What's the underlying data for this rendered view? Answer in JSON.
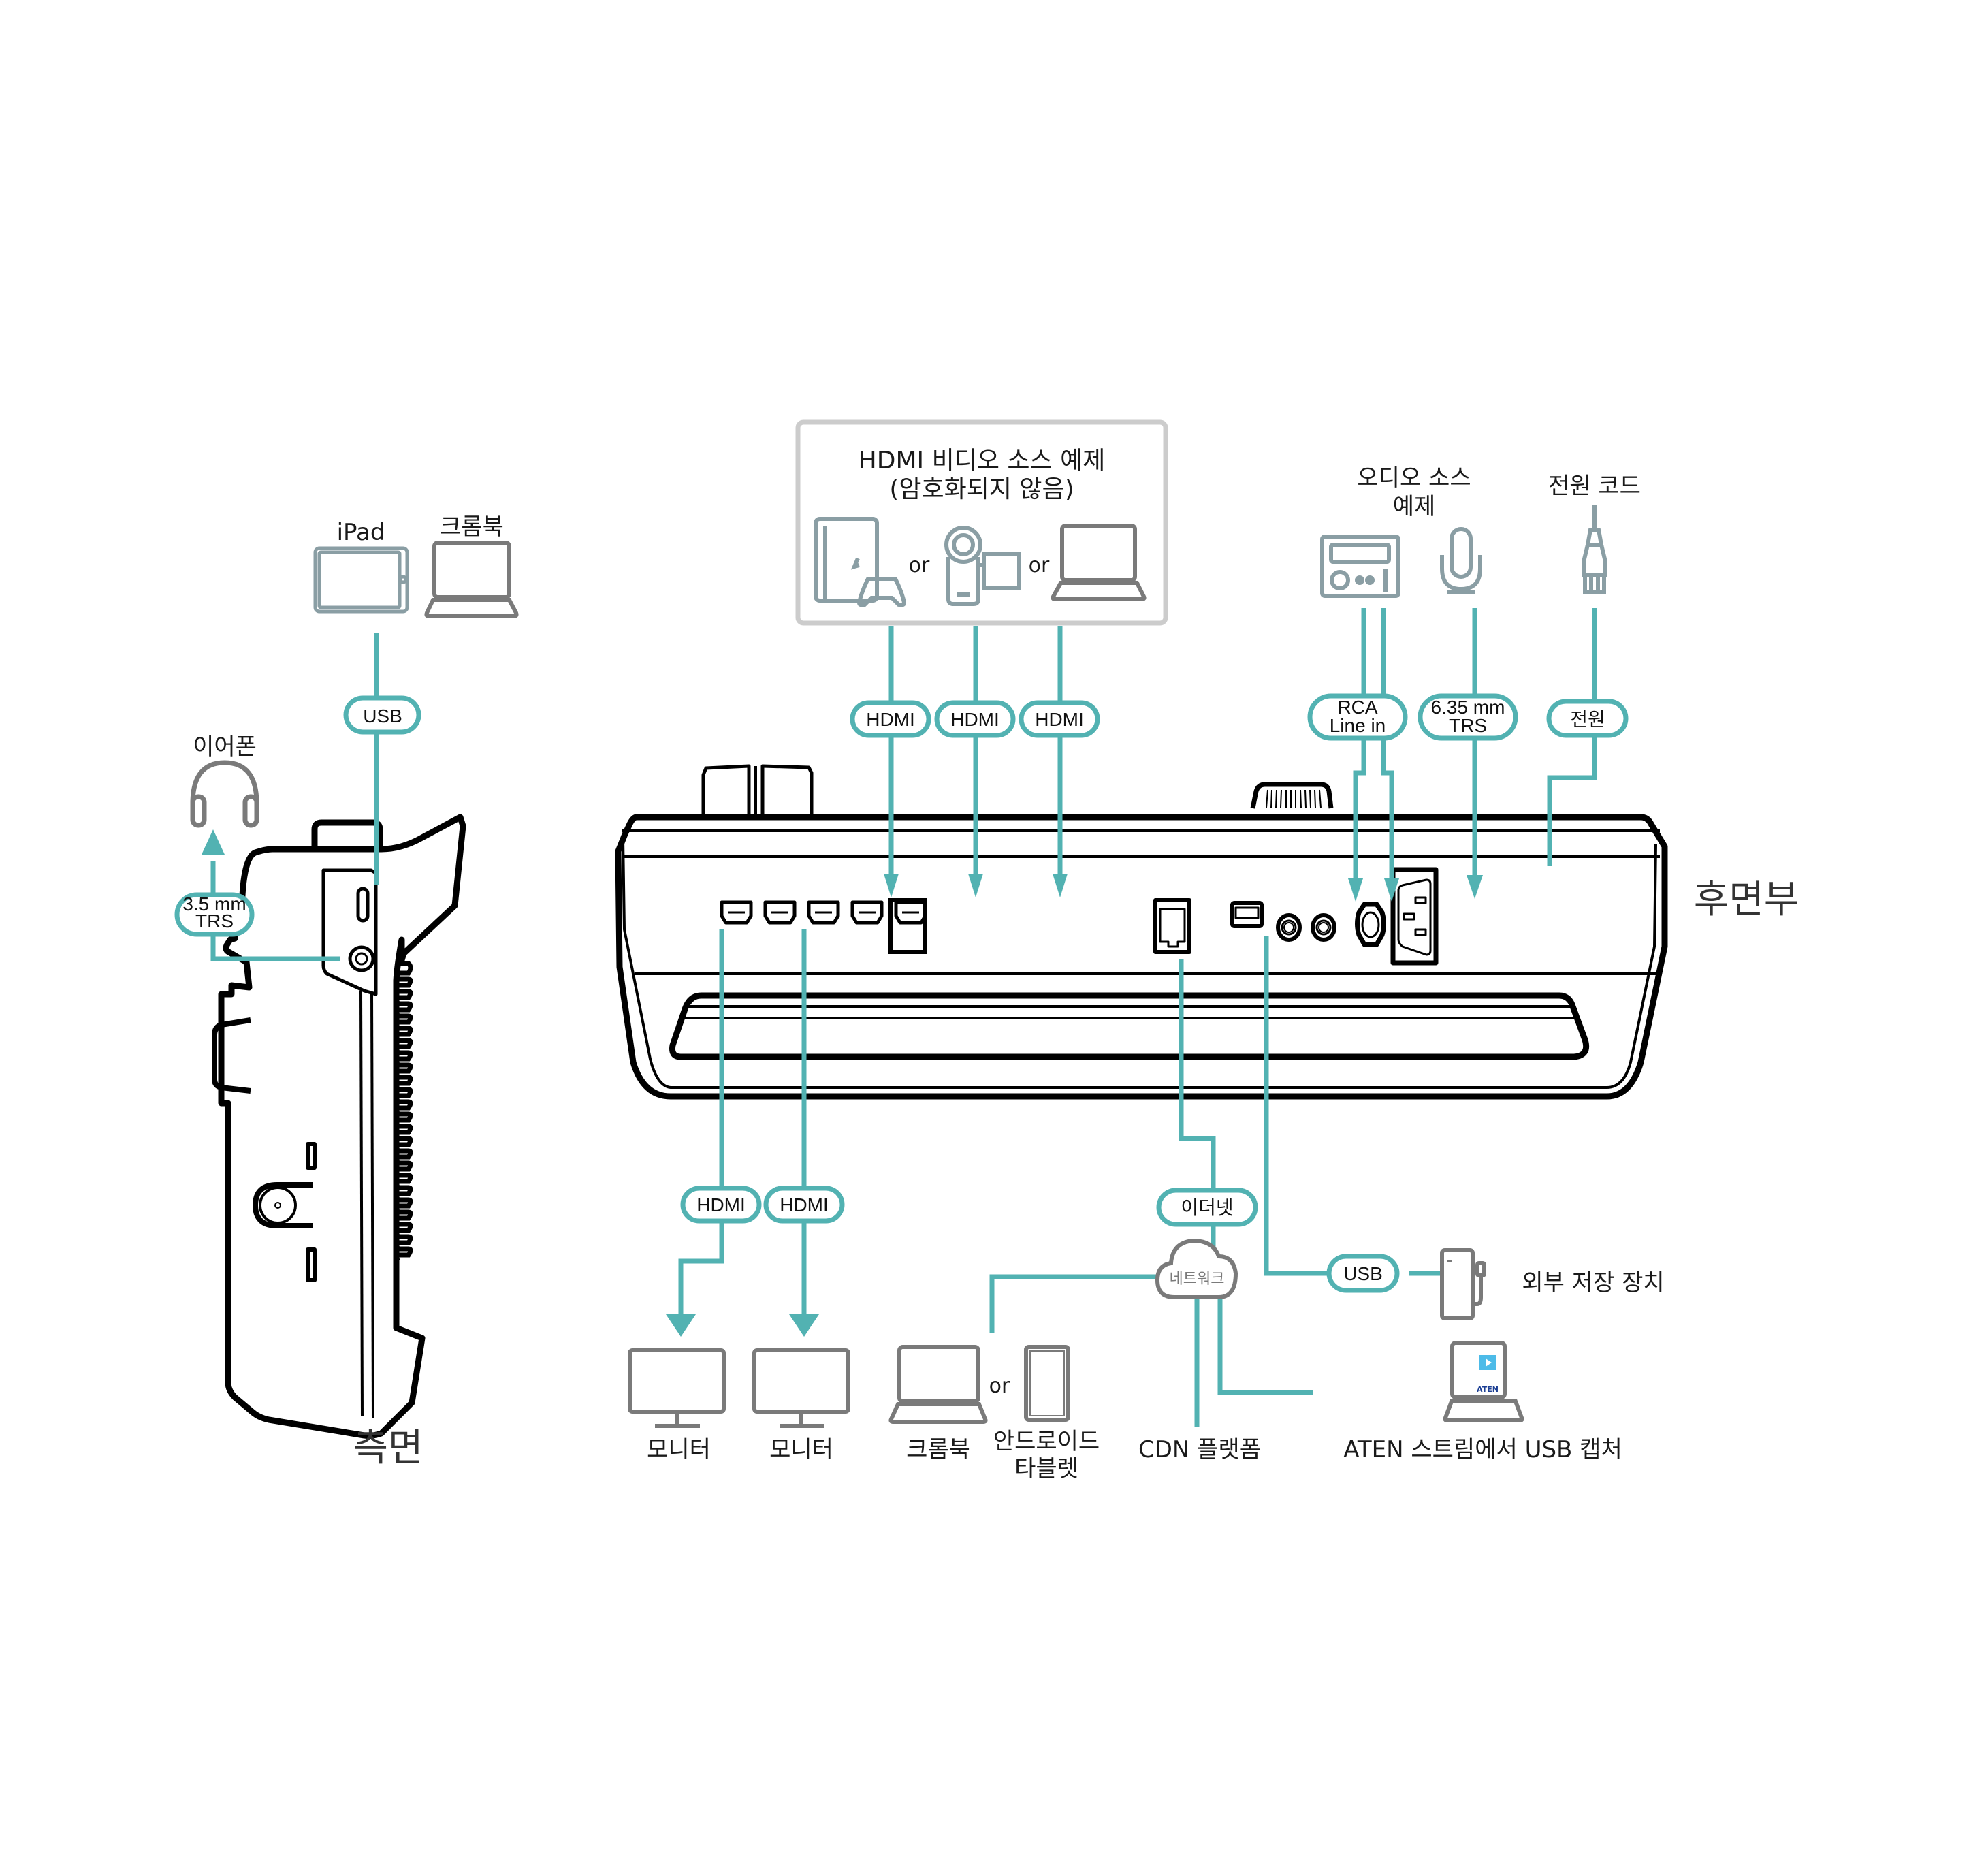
{
  "colors": {
    "cable": "#52b2b2",
    "device_outline": "#000000",
    "icon_grey": "#7a7a7a",
    "icon_blue_grey": "#8a9ea4",
    "box_border": "#cccccc",
    "aten_blue": "#4dbbe8"
  },
  "views": {
    "side": "측면",
    "rear": "후면부"
  },
  "side_connections": {
    "earphone": {
      "label": "이어폰",
      "cable": [
        "3.5 mm",
        "TRS"
      ]
    },
    "usb_host": {
      "labels": [
        "iPad",
        "크롬북"
      ],
      "cable": "USB"
    }
  },
  "inputs": {
    "hdmi_box": {
      "title": "HDMI 비디오 소스 예제",
      "subtitle": "(암호화되지 않음)",
      "or1": "or",
      "or2": "or"
    },
    "hdmi_cables": [
      "HDMI",
      "HDMI",
      "HDMI"
    ],
    "audio": {
      "title_line1": "오디오 소스",
      "title_line2": "예제",
      "rca_cable": [
        "RCA",
        "Line in"
      ],
      "trs_cable": [
        "6.35 mm",
        "TRS"
      ]
    },
    "power": {
      "title": "전원 코드",
      "cable": "전원"
    }
  },
  "outputs": {
    "hdmi_cables": [
      "HDMI",
      "HDMI"
    ],
    "monitors": [
      "모니터",
      "모니터"
    ],
    "ethernet_cable": "이더넷",
    "network": "네트워크",
    "chromebook": "크롬북",
    "or": "or",
    "android_tablet": [
      "안드로이드",
      "타블렛"
    ],
    "cdn": "CDN 플랫폼",
    "usb_cable": "USB",
    "external_storage": "외부 저장 장치",
    "aten_capture": "ATEN 스트림에서 USB 캡처",
    "aten_logo": "ATEN"
  }
}
